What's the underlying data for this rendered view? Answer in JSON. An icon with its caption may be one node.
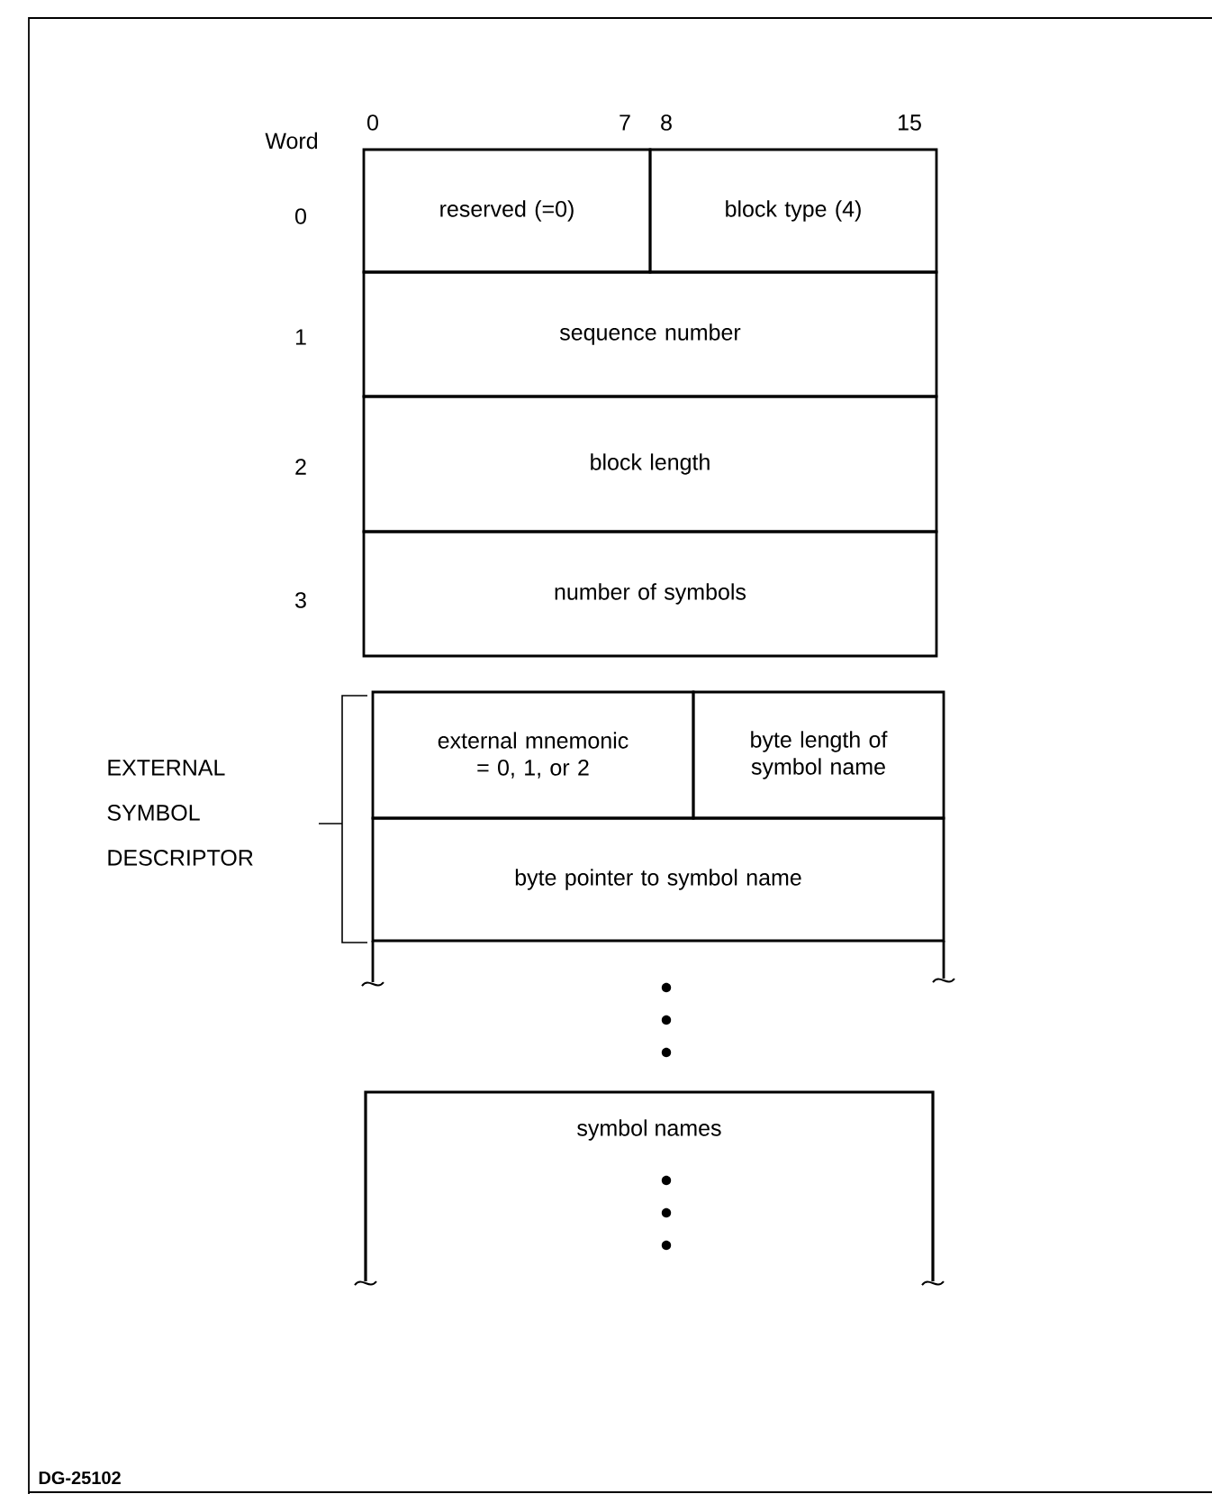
{
  "diagram": {
    "nodes": [
      {
        "text": [
          "reserved (=0)"
        ]
      },
      {
        "text": [
          "block type (4)"
        ]
      },
      {
        "text": [
          "sequence number"
        ]
      },
      {
        "text": [
          "block length"
        ]
      },
      {
        "text": [
          "number of symbols"
        ]
      },
      {
        "text": [
          "external mnemonic = 0, 1, or 2"
        ]
      },
      {
        "text": [
          "byte length of symbol name"
        ]
      },
      {
        "text": [
          "byte pointer to symbol name"
        ]
      },
      {
        "text": [
          "symbol names"
        ]
      }
    ],
    "labels": [
      "Word",
      "0",
      "7",
      "8",
      "15",
      "0",
      "1",
      "2",
      "3",
      "EXTERNAL SYMBOL DESCRIPTOR",
      "DG-25102"
    ]
  }
}
